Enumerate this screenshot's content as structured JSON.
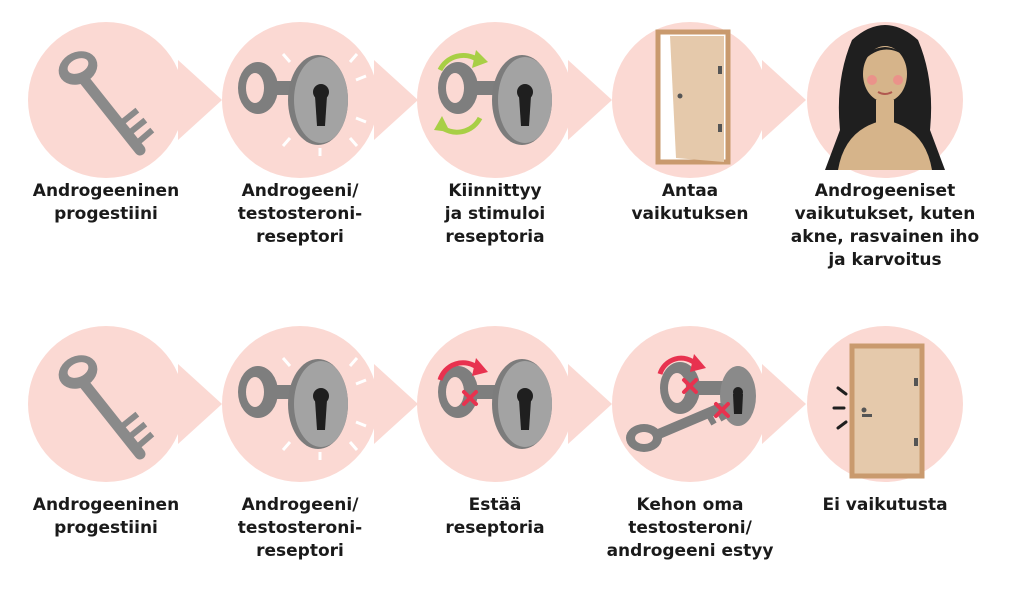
{
  "rows": [
    {
      "steps": [
        {
          "label": "Androgeeninen\nprogestiini",
          "icon": "key-icon"
        },
        {
          "label": "Androgeeni/\ntestosteroni-\nreseptori",
          "icon": "keyhole-receptor-icon"
        },
        {
          "label": "Kiinnittyy\nja stimuloi\nreseptoria",
          "icon": "key-turning-icon"
        },
        {
          "label": "Antaa\nvaikutuksen",
          "icon": "open-door-icon"
        },
        {
          "label": "Androgeeniset\nvaikutukset, kuten\nakne, rasvainen iho\nja karvoitus",
          "icon": "woman-acne-icon"
        }
      ]
    },
    {
      "steps": [
        {
          "label": "Androgeeninen\nprogestiini",
          "icon": "key-icon"
        },
        {
          "label": "Androgeeni/\ntestosteroni-\nreseptori",
          "icon": "keyhole-receptor-icon"
        },
        {
          "label": "Estää\nreseptoria",
          "icon": "key-blocked-icon"
        },
        {
          "label": "Kehon oma\ntestosteroni/\nandrogeeni estyy",
          "icon": "second-key-blocked-icon"
        },
        {
          "label": "Ei vaikutusta",
          "icon": "closed-door-icon"
        }
      ]
    }
  ],
  "colors": {
    "circle": "#fbd9d3",
    "arrow": "#fbd9d3",
    "key": "#8a8a8a",
    "keyhole_plate": "#9a9a9a",
    "green_arrow": "#a8cf45",
    "red_arrow": "#e8324f",
    "door": "#e5c9ab",
    "door_frame": "#c99a6e",
    "skin": "#d6b48a",
    "hair": "#1f1f1f",
    "text": "#1a1a1a"
  }
}
